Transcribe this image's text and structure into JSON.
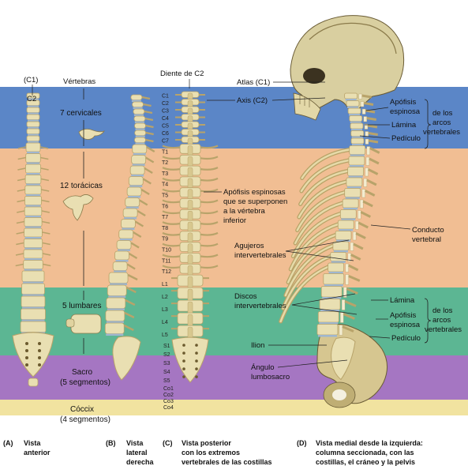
{
  "bands": {
    "cervical": "#5b86c7",
    "thoracic": "#f1be93",
    "lumbar": "#5cb693",
    "sacral": "#a576c2",
    "coccyx": "#f1e3a0"
  },
  "colors": {
    "bone": "#e9dfb2",
    "bone_shade": "#b8a36a",
    "disc": "#9fb6cf",
    "skull": "#d9cfa0"
  },
  "header": {
    "vertebras": "Vértebras",
    "c1": "(C1)",
    "c2": "C2"
  },
  "band_labels": {
    "cervical": "7 cervicales",
    "thoracic": "12 torácicas",
    "lumbar": "5 lumbares",
    "sacral_1": "Sacro",
    "sacral_2": "(5 segmentos)",
    "coccyx_1": "Cóccix",
    "coccyx_2": "(4 segmentos)"
  },
  "posterior": {
    "diente": "Diente de C2",
    "c_levels": [
      "C1",
      "C2",
      "C3",
      "C4",
      "C5",
      "C6",
      "C7"
    ],
    "t_levels": [
      "T1",
      "T2",
      "T3",
      "T4",
      "T5",
      "T6",
      "T7",
      "T8",
      "T9",
      "T10",
      "T11",
      "T12"
    ],
    "l_levels": [
      "L1",
      "L2",
      "L3",
      "L4",
      "L5"
    ],
    "s_levels": [
      "S1",
      "S2",
      "S3",
      "S4",
      "S5"
    ],
    "co_levels": [
      "Co1",
      "Co2",
      "Co3",
      "Co4"
    ],
    "apofisis_1": "Apófisis espinosas",
    "apofisis_2": "que se superponen",
    "apofisis_3": "a la vértebra",
    "apofisis_4": "inferior"
  },
  "medial": {
    "atlas": "Atlas (C1)",
    "axis": "Axis (C2)",
    "apof_esp_1": "Apófisis",
    "apof_esp_2": "espinosa",
    "lamina": "Lámina",
    "pediculo": "Pedículo",
    "de_los_arcos_1": "de los",
    "de_los_arcos_2": "arcos",
    "de_los_arcos_3": "vertebrales",
    "conducto_1": "Conducto",
    "conducto_2": "vertebral",
    "agujeros_1": "Agujeros",
    "agujeros_2": "intervertebrales",
    "discos_1": "Discos",
    "discos_2": "intervertebrales",
    "lamina2": "Lámina",
    "apof_esp2_1": "Apófisis",
    "apof_esp2_2": "espinosa",
    "pediculo2": "Pedículo",
    "de_los2_1": "de los",
    "de_los2_2": "arcos",
    "de_los2_3": "vertebrales",
    "ilion": "Ilion",
    "angulo_1": "Ángulo",
    "angulo_2": "lumbosacro"
  },
  "captions": {
    "a_letter": "(A)",
    "a_1": "Vista",
    "a_2": "anterior",
    "b_letter": "(B)",
    "b_1": "Vista",
    "b_2": "lateral",
    "b_3": "derecha",
    "c_letter": "(C)",
    "c_1": "Vista posterior",
    "c_2": "con los extremos",
    "c_3": "vertebrales de las costillas",
    "d_letter": "(D)",
    "d_1": "Vista medial desde la izquierda:",
    "d_2": "columna seccionada, con las",
    "d_3": "costillas, el cráneo y la pelvis"
  }
}
